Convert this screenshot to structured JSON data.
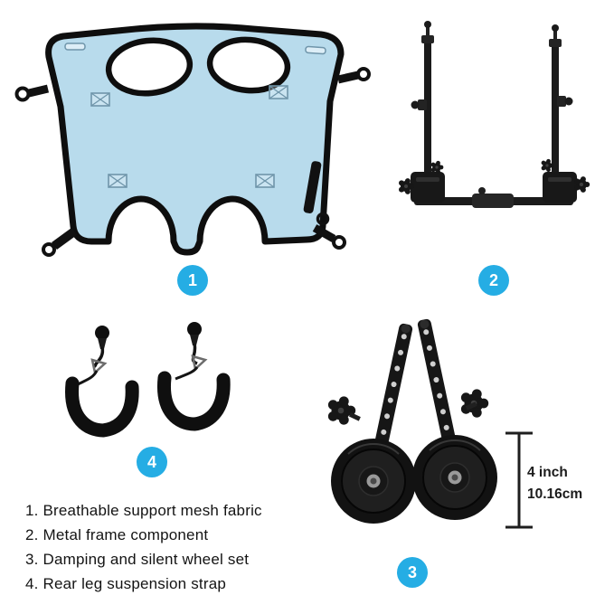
{
  "colors": {
    "badge_accent": "#25ade4",
    "mesh_fabric": "#b8dbec",
    "hardware_black": "#1a1a1a",
    "text": "#141414"
  },
  "badges": {
    "mesh_fabric": "1",
    "metal_frame": "2",
    "wheel_set": "3",
    "suspension_strap": "4"
  },
  "measurement": {
    "imperial": "4 inch",
    "metric": "10.16cm"
  },
  "legend": {
    "items": [
      "1. Breathable support mesh fabric",
      "2. Metal frame component",
      "3. Damping and silent wheel set",
      "4. Rear leg suspension strap"
    ]
  }
}
